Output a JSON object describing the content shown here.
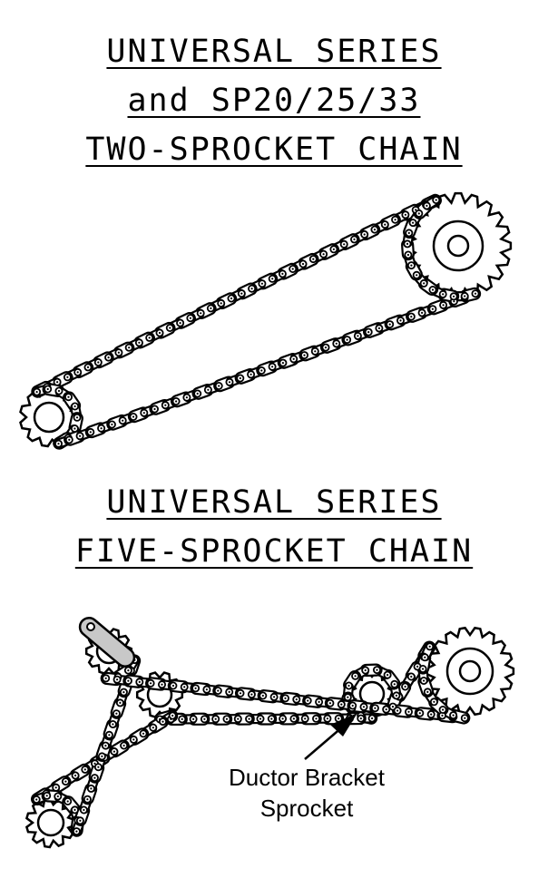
{
  "diagram1": {
    "title_lines": [
      "UNIVERSAL SERIES",
      "and SP20/25/33",
      "TWO-SPROCKET CHAIN"
    ]
  },
  "diagram2": {
    "title_lines": [
      "UNIVERSAL SERIES",
      "FIVE-SPROCKET CHAIN"
    ],
    "callout_lines": [
      "Ductor Bracket",
      "Sprocket"
    ]
  }
}
